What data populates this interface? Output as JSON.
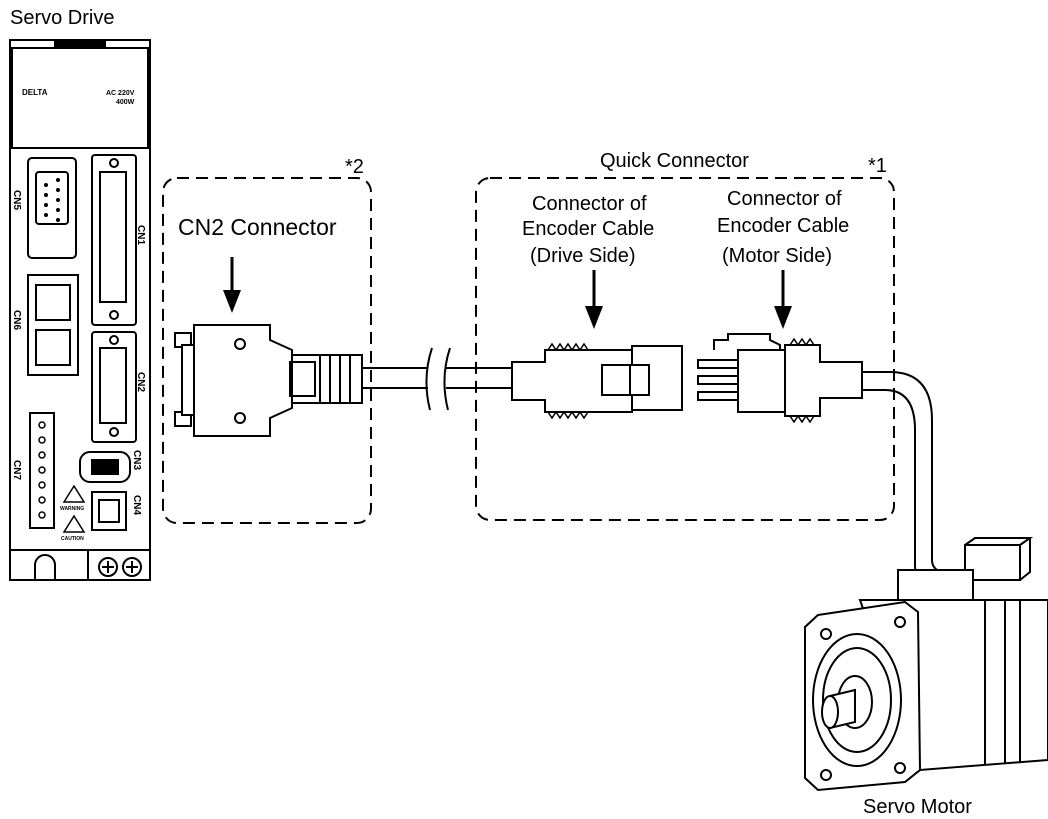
{
  "labels": {
    "servo_drive": "Servo Drive",
    "servo_motor": "Servo Motor",
    "cn2_connector": "CN2 Connector",
    "quick_connector": "Quick Connector",
    "note_2": "*2",
    "note_1": "*1",
    "drive_side": [
      "Connector of",
      "Encoder Cable",
      "(Drive Side)"
    ],
    "motor_side": [
      "Connector of",
      "Encoder Cable",
      "(Motor Side)"
    ]
  },
  "drive_panel": {
    "ports": [
      "CN5",
      "CN1",
      "CN6",
      "CN2",
      "CN7",
      "CN3",
      "CN4"
    ],
    "rating": [
      "AC 220V",
      "400W"
    ],
    "brand": "DELTA",
    "warning": "WARNING",
    "caution": "CAUTION"
  }
}
